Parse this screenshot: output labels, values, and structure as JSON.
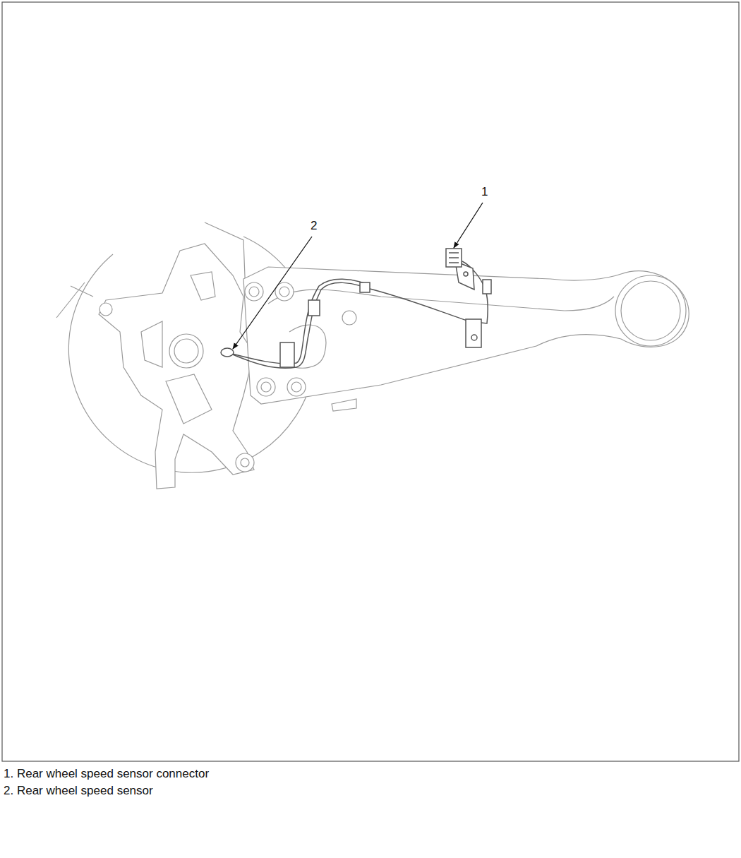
{
  "diagram": {
    "labels": [
      "1",
      "2",
      "1. Rear wheel speed sensor connector",
      "2. Rear wheel speed sensor"
    ]
  }
}
